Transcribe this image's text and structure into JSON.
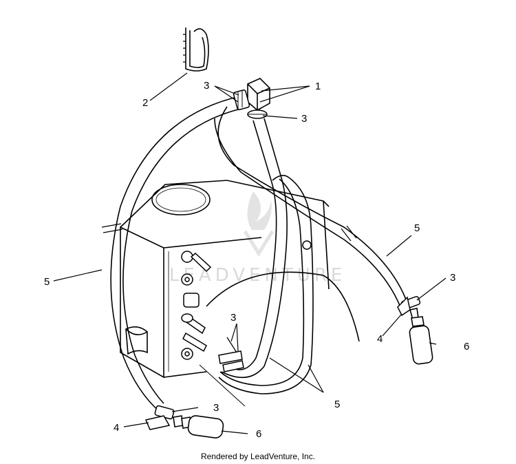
{
  "diagram": {
    "callouts": {
      "c1": "1",
      "c2": "2",
      "c3a": "3",
      "c3b": "3",
      "c3c": "3",
      "c3d": "3",
      "c3e": "3",
      "c4a": "4",
      "c4b": "4",
      "c5a": "5",
      "c5b": "5",
      "c5c": "5",
      "c6a": "6",
      "c6b": "6"
    },
    "watermark": "LEADVENTURE"
  },
  "footer": {
    "credit": "Rendered by LeadVenture, Inc."
  }
}
